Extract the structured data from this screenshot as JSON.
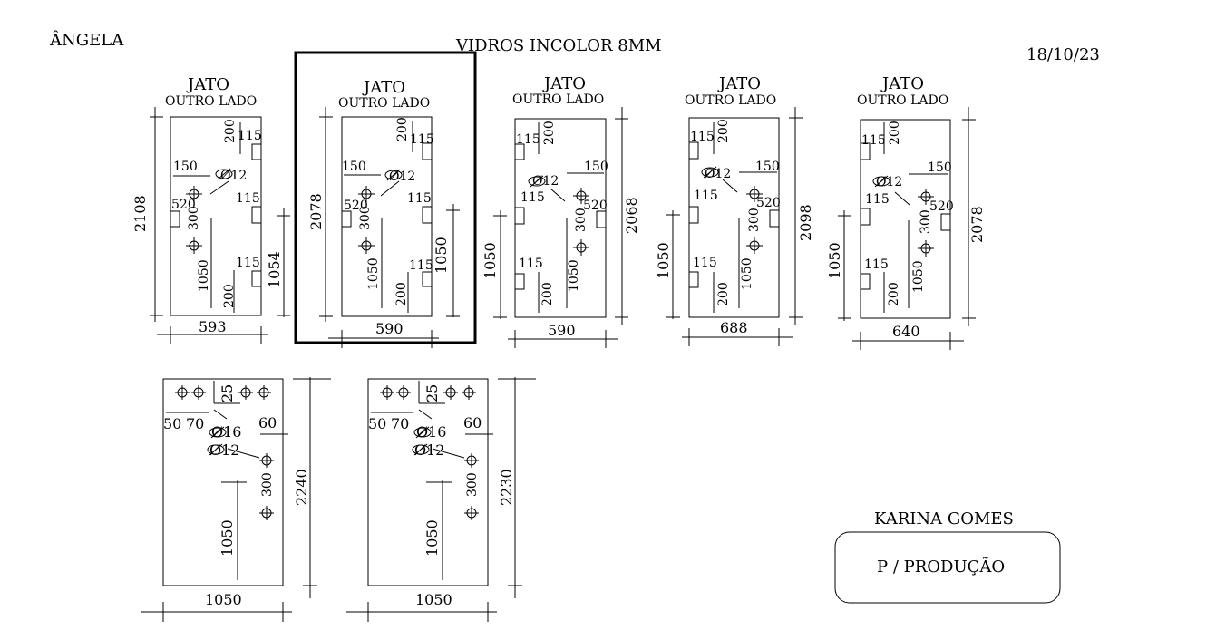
{
  "header": {
    "client": "ÂNGELA",
    "title": "VIDROS INCOLOR 8MM",
    "date": "18/10/23"
  },
  "pieces": [
    {
      "label_top": "JATO",
      "label_sub": "OUTRO LADO",
      "height": "2108",
      "width": "593",
      "dims": [
        "115",
        "200",
        "150",
        "Ø12",
        "520",
        "300",
        "115",
        "115",
        "1050",
        "200",
        "1054"
      ]
    },
    {
      "label_top": "JATO",
      "label_sub": "OUTRO LADO",
      "height": "2078",
      "width": "590",
      "dims": [
        "200",
        "115",
        "150",
        "Ø12",
        "520",
        "300",
        "115",
        "1050",
        "200",
        "115",
        "1050"
      ]
    },
    {
      "label_top": "JATO",
      "label_sub": "OUTRO LADO",
      "height": "2068",
      "width": "590",
      "dims": [
        "115",
        "200",
        "Ø12",
        "150",
        "115",
        "300",
        "520",
        "1050",
        "115",
        "200",
        "1050"
      ]
    },
    {
      "label_top": "JATO",
      "label_sub": "OUTRO LADO",
      "height": "2098",
      "width": "688",
      "dims": [
        "115",
        "200",
        "Ø12",
        "150",
        "115",
        "300",
        "520",
        "1050",
        "115",
        "200",
        "1050"
      ]
    },
    {
      "label_top": "JATO",
      "label_sub": "OUTRO LADO",
      "height": "2078",
      "width": "640",
      "dims": [
        "115",
        "200",
        "Ø12",
        "150",
        "115",
        "300",
        "520",
        "1050",
        "115",
        "200",
        "1050"
      ]
    }
  ],
  "doors": [
    {
      "height": "2240",
      "width": "1050",
      "dims": [
        "25",
        "50",
        "70",
        "Ø16",
        "60",
        "Ø12",
        "300",
        "1050"
      ]
    },
    {
      "height": "2230",
      "width": "1050",
      "dims": [
        "25",
        "50",
        "70",
        "Ø16",
        "60",
        "Ø12",
        "300",
        "1050"
      ]
    }
  ],
  "footer": {
    "client_name": "KARINA GOMES",
    "note": "P / PRODUÇÃO"
  }
}
